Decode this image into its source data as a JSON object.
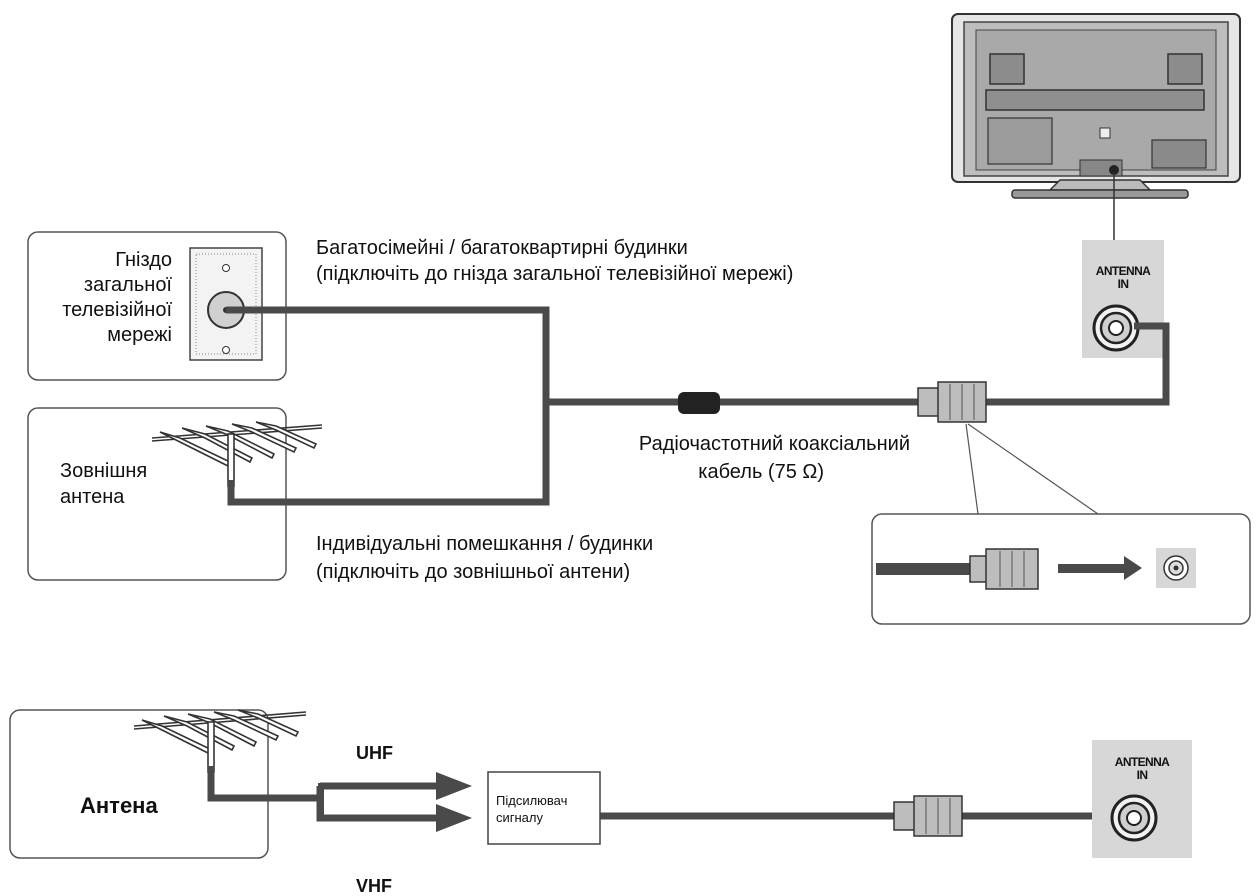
{
  "wall_socket_label": "Гніздо\nзагальної\nтелевізійної\nмережі",
  "apartment_label": {
    "line1": "Багатосімейні / багатоквартирні будинки",
    "line2": "(підключіть до гнізда загальної телевізійної мережі)"
  },
  "outdoor_antenna_label": "Зовнішня\nантена",
  "cable_label": {
    "line1": "Радіочастотний коаксіальний",
    "line2": "кабель (75 Ω)"
  },
  "house_label": {
    "line1": "Індивідуальні помешкання / будинки",
    "line2": "(підключіть до зовнішньої антени)"
  },
  "antenna_in_top": {
    "line1": "ANTENNA",
    "line2": "IN"
  },
  "antenna_in_bottom": {
    "line1": "ANTENNA",
    "line2": "IN"
  },
  "bottom_antenna_label": "Антена",
  "uhf_label": "UHF",
  "vhf_label": "VHF",
  "amplifier_label": "Підсилювач\nсигналу",
  "colors": {
    "cable": "#4a4a4a",
    "panel_bg": "#d7d7d7",
    "box_border": "#555555",
    "tv_body": "#9a9a9a"
  }
}
